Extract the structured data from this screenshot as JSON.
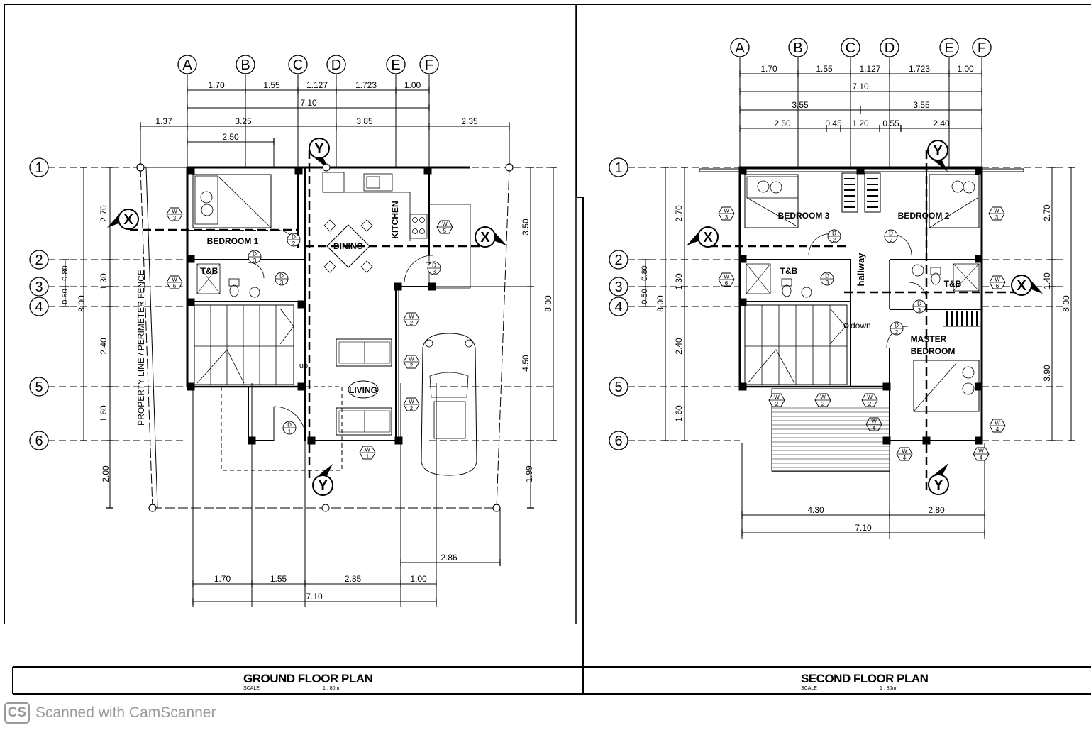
{
  "ground": {
    "grid_letters": [
      "A",
      "B",
      "C",
      "D",
      "E",
      "F"
    ],
    "grid_numbers": [
      "1",
      "2",
      "3",
      "4",
      "5",
      "6"
    ],
    "top_row1": [
      "1.70",
      "1.55",
      "1.127",
      "1.723",
      "1.00"
    ],
    "top_total": "7.10",
    "top_row3": [
      "1.37",
      "3.25",
      "3.85",
      "2.35"
    ],
    "top_row4": "2.50",
    "left_dims": [
      "2.70",
      "0.80",
      "0.50",
      "1.30",
      "8.00",
      "2.40",
      "1.60",
      "2.00"
    ],
    "right_dims": [
      "3.50",
      "8.00",
      "4.50",
      "1.99"
    ],
    "bottom_dims": [
      "1.70",
      "1.55",
      "2.85",
      "1.00"
    ],
    "bottom_extra": "2.86",
    "bottom_total": "7.10",
    "rooms": {
      "bedroom": "BEDROOM 1",
      "tb": "T&B",
      "dining": "DINING",
      "kitchen": "KITCHEN",
      "living": "LIVING",
      "up": "up"
    },
    "fence": "PROPERTY LINE / PERIMETER FENCE",
    "title": "GROUND FLOOR PLAN"
  },
  "second": {
    "grid_letters": [
      "A",
      "B",
      "C",
      "D",
      "E",
      "F"
    ],
    "grid_numbers": [
      "1",
      "2",
      "3",
      "4",
      "5",
      "6"
    ],
    "top_row1": [
      "1.70",
      "1.55",
      "1.127",
      "1.723",
      "1.00"
    ],
    "top_total": "7.10",
    "top_row3": [
      "3.55",
      "3.55"
    ],
    "top_row4": [
      "2.50",
      "0.45",
      "1.20",
      "0.55",
      "2.40"
    ],
    "left_dims": [
      "2.70",
      "0.80",
      "0.50",
      "1.30",
      "8.00",
      "2.40",
      "1.60"
    ],
    "right_dims": [
      "2.70",
      "1.40",
      "8.00",
      "3.90"
    ],
    "bottom_dims": [
      "4.30",
      "2.80"
    ],
    "bottom_total": "7.10",
    "rooms": {
      "bedroom3": "BEDROOM 3",
      "bedroom2": "BEDROOM 2",
      "tb1": "T&B",
      "tb2": "T&B",
      "hallway": "hallway",
      "down": "down",
      "master1": "MASTER",
      "master2": "BEDROOM"
    },
    "title": "SECOND FLOOR PLAN"
  },
  "scale_label": "SCALE",
  "scale_value": "1  :  80m",
  "section_x": "X",
  "section_y": "Y",
  "door_tags": [
    "D",
    "1",
    "2",
    "3"
  ],
  "window_tags": [
    "W",
    "1",
    "2",
    "3",
    "4",
    "5",
    "6"
  ],
  "scanner": {
    "icon": "CS",
    "text": "Scanned with CamScanner"
  }
}
